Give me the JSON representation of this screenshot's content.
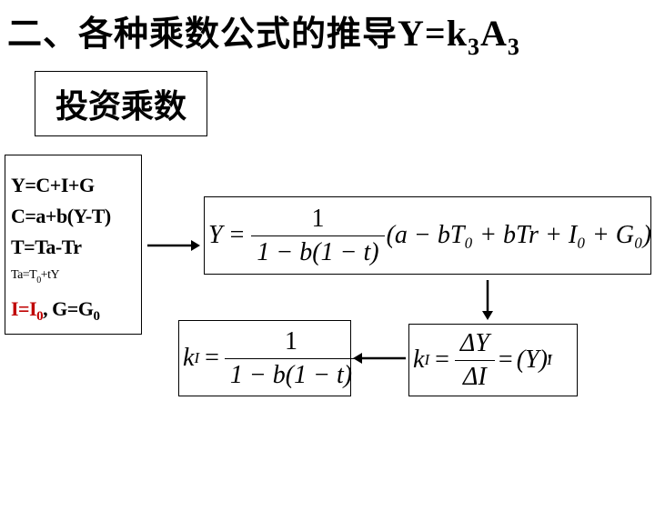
{
  "title": {
    "text": "二、各种乘数公式的推导",
    "eq_prefix": "Y=k",
    "eq_sub1": "3",
    "eq_mid": "A",
    "eq_sub2": "3"
  },
  "subtitle": "投资乘数",
  "equations": {
    "line1": "Y=C+I+G",
    "line2": "C=a+b(Y-T)",
    "line3": "T=Ta-Tr",
    "line4_pre": "Ta=T",
    "line4_sub": "0",
    "line4_post": "+tY",
    "line5_red_pre": "I=I",
    "line5_red_sub": "0",
    "line5_rest": ", G=G",
    "line5_sub": "0"
  },
  "formula_y": {
    "lhs": "Y",
    "eq": "=",
    "num": "1",
    "den": "1 − b(1 − t)",
    "paren": "(a − bT₀ + bTr + I₀ + G₀)"
  },
  "formula_ki_deriv": {
    "k": "k",
    "k_sub": "I",
    "eq": "=",
    "num": "ΔY",
    "den": "ΔI",
    "eq2": "=",
    "rhs": "(Y)",
    "prime": "'",
    "rhs_sub": "I"
  },
  "formula_ki_result": {
    "k": "k",
    "k_sub": "I",
    "eq": "=",
    "num": "1",
    "den": "1 − b(1 − t)"
  }
}
